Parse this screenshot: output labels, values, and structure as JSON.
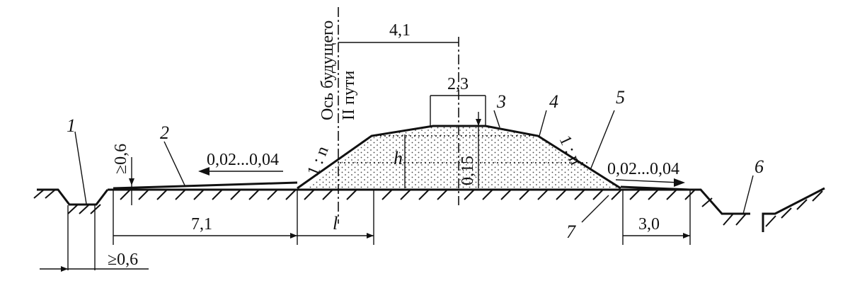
{
  "dimensions": {
    "track_spacing": "4,1",
    "top_width": "2,3",
    "berm_width": "7,1",
    "slope_base": "l",
    "height": "h",
    "top_thickness": "0,15",
    "right_berm": "3,0",
    "min_depth_left": "≥0,6",
    "min_width_left": "≥0,6"
  },
  "slopes": {
    "left_grade": "0,02...0,04",
    "right_grade": "0,02...0,04",
    "left_ratio": "1 : n",
    "right_ratio": "1 : n"
  },
  "axis_label": {
    "line1": "Ось будущего",
    "line2": "II пути"
  },
  "callouts": [
    "1",
    "2",
    "3",
    "4",
    "5",
    "6",
    "7"
  ]
}
